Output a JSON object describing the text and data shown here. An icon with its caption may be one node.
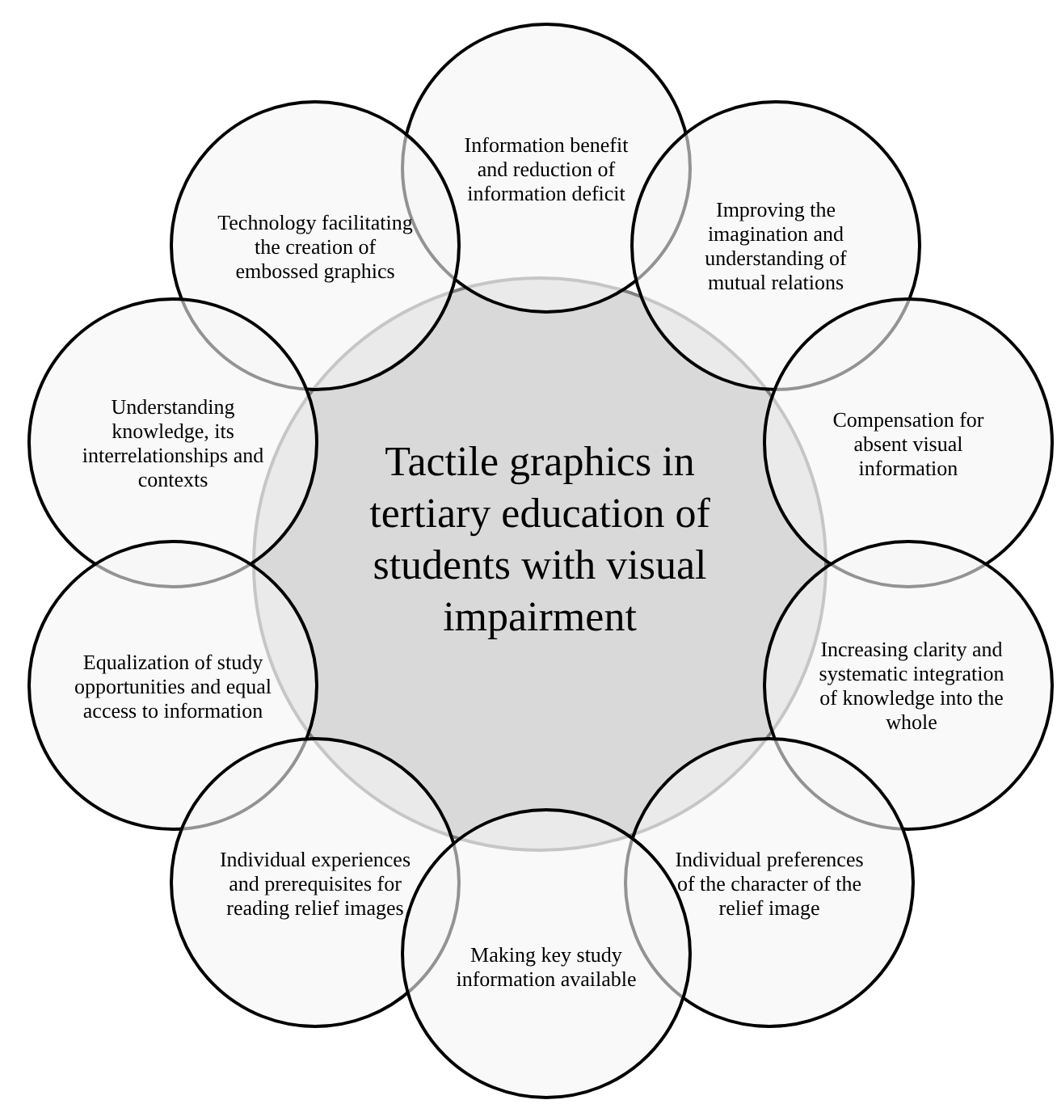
{
  "diagram": {
    "nodes": [
      {
        "text": [
          "Tactile graphics in tertiary education of students with visual impairment"
        ]
      },
      {
        "text": [
          "Information benefit and reduction of information deficit"
        ]
      },
      {
        "text": [
          "Technology facilitating the creation of embossed graphics"
        ]
      },
      {
        "text": [
          "Improving the imagination and understanding of mutual relations"
        ]
      },
      {
        "text": [
          "Understanding knowledge, its interrelationships and contexts"
        ]
      },
      {
        "text": [
          "Compensation for absent visual information"
        ]
      },
      {
        "text": [
          "Equalization of study opportunities and equal access to information"
        ]
      },
      {
        "text": [
          "Increasing clarity and systematic integration of knowledge into the whole"
        ]
      },
      {
        "text": [
          "Individual experiences and prerequisites for reading relief images"
        ]
      },
      {
        "text": [
          "Individual preferences of the character of the relief image"
        ]
      },
      {
        "text": [
          "Making key study information available"
        ]
      }
    ]
  }
}
